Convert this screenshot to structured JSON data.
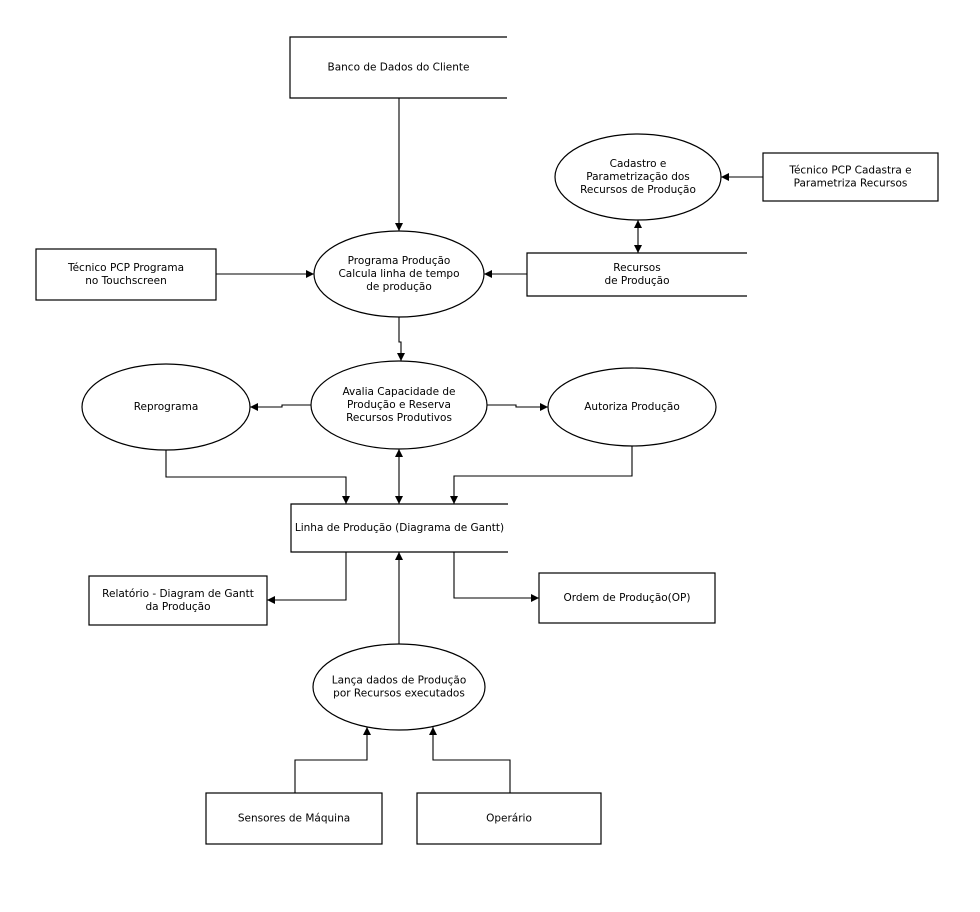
{
  "nodes": {
    "banco_dados": {
      "lines": [
        "Banco de Dados do Cliente"
      ]
    },
    "cadastro": {
      "lines": [
        "Cadastro e",
        "Parametrização dos",
        "Recursos de Produção"
      ]
    },
    "tecnico_cadastra": {
      "lines": [
        "Técnico PCP  Cadastra e",
        "Parametriza Recursos"
      ]
    },
    "tecnico_programa": {
      "lines": [
        "Técnico PCP Programa",
        "no Touchscreen"
      ]
    },
    "programa_producao": {
      "lines": [
        "Programa Produção",
        "Calcula linha de tempo",
        "de produção"
      ]
    },
    "recursos": {
      "lines": [
        "Recursos",
        "de Produção"
      ]
    },
    "reprograma": {
      "lines": [
        "Reprograma"
      ]
    },
    "avalia": {
      "lines": [
        "Avalia Capacidade de",
        "Produção e Reserva",
        "Recursos Produtivos"
      ]
    },
    "autoriza": {
      "lines": [
        "Autoriza Produção"
      ]
    },
    "linha_producao": {
      "lines": [
        "Linha de Produção (Diagrama de Gantt)"
      ]
    },
    "relatorio": {
      "lines": [
        "Relatório - Diagram de Gantt",
        "da Produção"
      ]
    },
    "ordem": {
      "lines": [
        "Ordem de Produção(OP)"
      ]
    },
    "lanca_dados": {
      "lines": [
        "Lança dados de Produção",
        "por Recursos executados"
      ]
    },
    "sensores": {
      "lines": [
        "Sensores de Máquina"
      ]
    },
    "operario": {
      "lines": [
        "Operário"
      ]
    }
  },
  "edges": [
    {
      "from": "banco_dados",
      "to": "programa_producao"
    },
    {
      "from": "tecnico_cadastra",
      "to": "cadastro"
    },
    {
      "from": "cadastro",
      "to": "recursos",
      "bidirectional": true
    },
    {
      "from": "tecnico_programa",
      "to": "programa_producao"
    },
    {
      "from": "recursos",
      "to": "programa_producao"
    },
    {
      "from": "programa_producao",
      "to": "avalia"
    },
    {
      "from": "avalia",
      "to": "reprograma"
    },
    {
      "from": "avalia",
      "to": "autoriza"
    },
    {
      "from": "avalia",
      "to": "linha_producao",
      "bidirectional": true
    },
    {
      "from": "reprograma",
      "to": "linha_producao"
    },
    {
      "from": "autoriza",
      "to": "linha_producao"
    },
    {
      "from": "linha_producao",
      "to": "relatorio"
    },
    {
      "from": "linha_producao",
      "to": "ordem"
    },
    {
      "from": "lanca_dados",
      "to": "linha_producao"
    },
    {
      "from": "sensores",
      "to": "lanca_dados"
    },
    {
      "from": "operario",
      "to": "lanca_dados"
    }
  ]
}
